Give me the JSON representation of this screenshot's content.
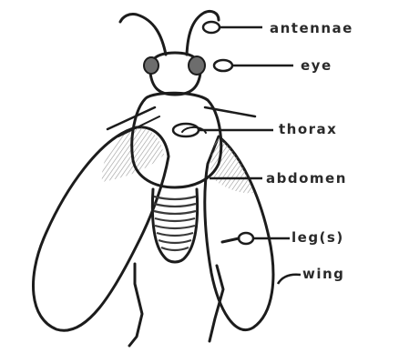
{
  "diagram": {
    "labels": {
      "antennae": "antennae",
      "eye": "eye",
      "thorax": "thorax",
      "abdomen": "abdomen",
      "legs": "leg(s)",
      "wing": "wing"
    },
    "colors": {
      "ink": "#1c1c1c",
      "shade": "#8a8a8a",
      "paper": "#ffffff"
    }
  }
}
